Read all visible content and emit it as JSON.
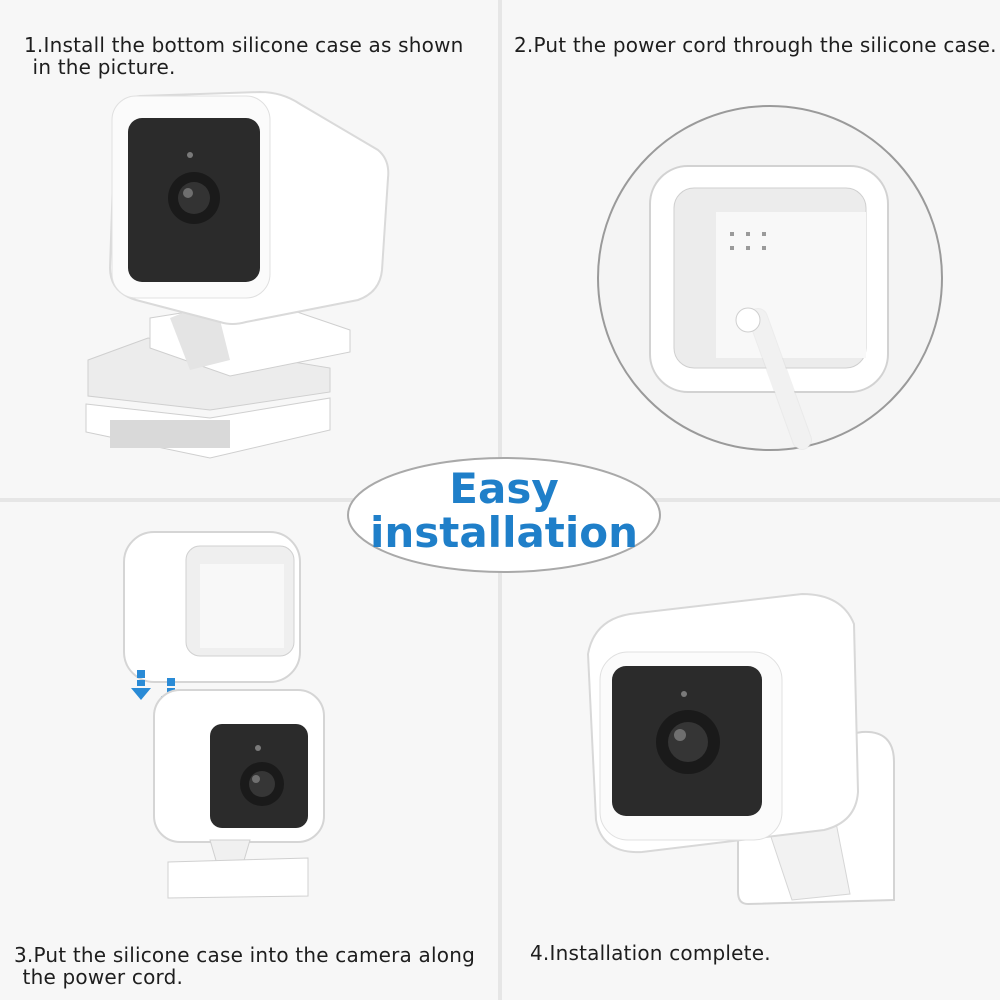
{
  "steps": [
    {
      "line1": "1.Install the bottom silicone case as shown",
      "line2": " in the picture."
    },
    {
      "line1": "2.Put the power cord through the silicone case.",
      "line2": ""
    },
    {
      "line1": "3.Put the silicone case into the camera along",
      "line2": " the power cord."
    },
    {
      "line1": "4.Installation complete.",
      "line2": ""
    }
  ],
  "badge": {
    "line1": "Easy",
    "line2": "installation"
  },
  "colors": {
    "accent": "#1f7fc9",
    "text": "#1e1e1e",
    "case": "#ffffff",
    "lens": "#2b2b2b"
  }
}
